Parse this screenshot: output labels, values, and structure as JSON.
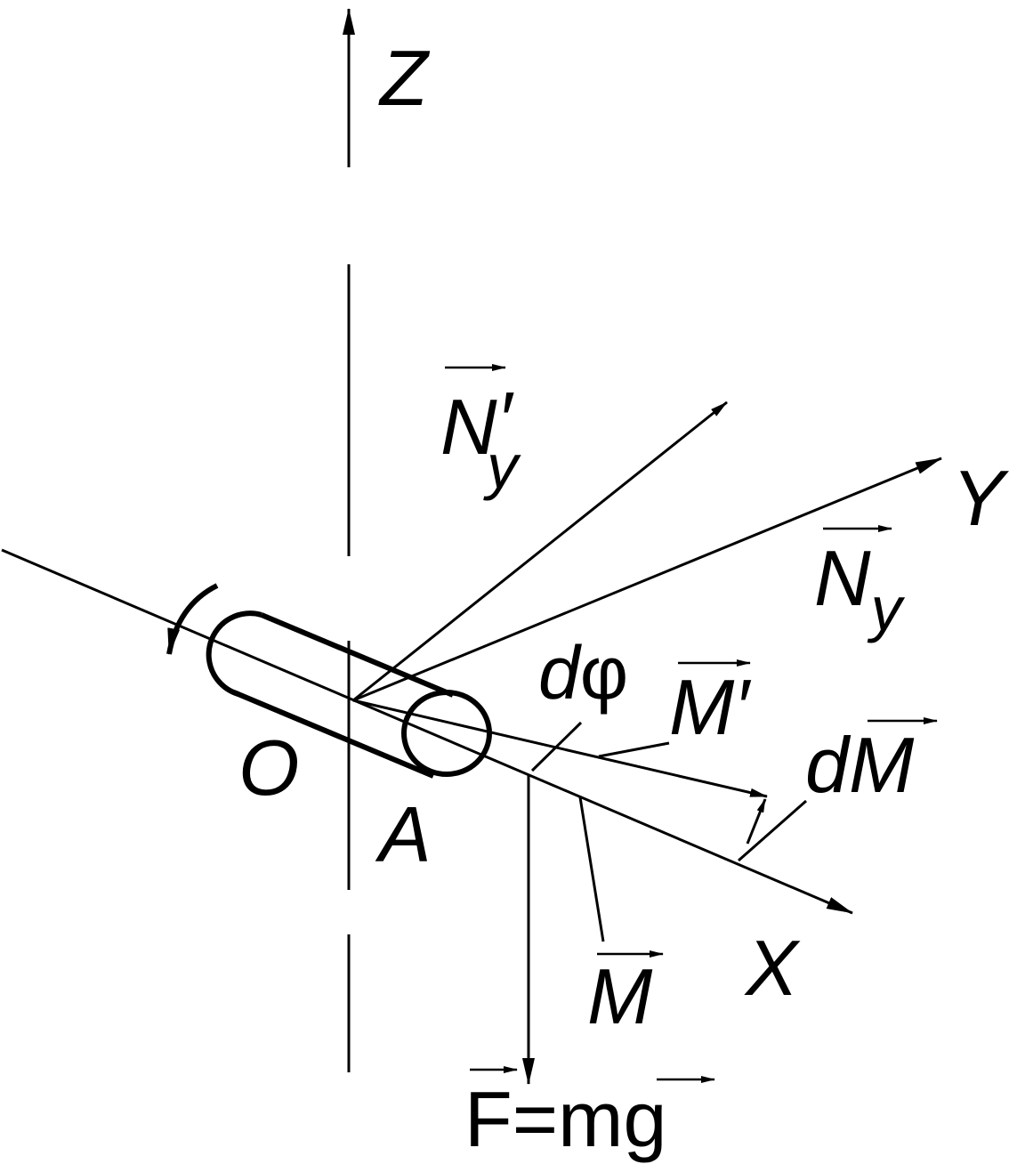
{
  "diagram": {
    "colors": {
      "ink": "#000000",
      "background": "#ffffff"
    },
    "axes": {
      "z": "Z",
      "y": "Y",
      "x": "X"
    },
    "points": {
      "o": "O",
      "a": "A"
    },
    "vectors": {
      "n_y_prime_base": "N",
      "n_y_prime_mark": "′",
      "n_y_prime_sub": "y",
      "n_y_base": "N",
      "n_y_sub": "y",
      "m_prime": "M′",
      "dm_d": "d",
      "dm_m": "M",
      "m": "M",
      "force_f": "F",
      "force_eq": "=m",
      "force_g": "g"
    },
    "angle": {
      "d": "d",
      "phi": "φ"
    }
  }
}
